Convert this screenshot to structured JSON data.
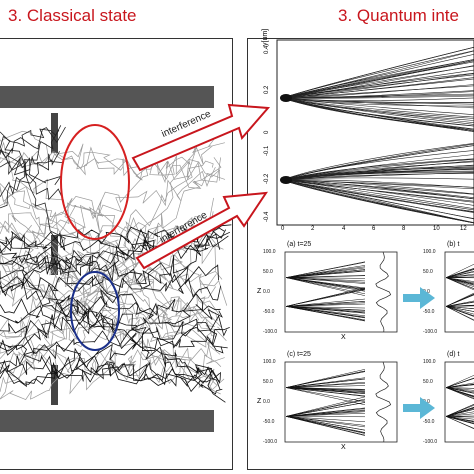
{
  "headings": {
    "left": "3. Classical state",
    "right": "3. Quantum inte"
  },
  "arrows": {
    "upper_label": "interference",
    "lower_label": "interference"
  },
  "top_plot": {
    "y_axis_label": "y[um]",
    "y_ticks": [
      "0.4",
      "0.2",
      "0",
      "-0.1",
      "-0.2",
      "-0.4"
    ],
    "x_ticks": [
      "0",
      "2",
      "4",
      "6",
      "8",
      "10",
      "12"
    ]
  },
  "subplots": [
    {
      "title": "(a)  t=25",
      "ylabel": "Z",
      "xlabel": "X",
      "y_ticks": [
        "100.0",
        "50.0",
        "0.0",
        "-50.0",
        "-100.0"
      ]
    },
    {
      "title": "(b)  t",
      "ylabel": "",
      "xlabel": "",
      "y_ticks": [
        "100.0",
        "50.0",
        "0.0",
        "-50.0",
        "-100.0"
      ]
    },
    {
      "title": "(c)  t=25",
      "ylabel": "Z",
      "xlabel": "X",
      "y_ticks": [
        "100.0",
        "50.0",
        "0.0",
        "-50.0",
        "-100.0"
      ]
    },
    {
      "title": "(d)  t",
      "ylabel": "",
      "xlabel": "",
      "y_ticks": [
        "100.0",
        "50.0",
        "0.0",
        "-50.0",
        "-100.0"
      ]
    }
  ],
  "colors": {
    "heading": "#c8161d",
    "ellipse_upper": "#d62020",
    "ellipse_lower": "#1a2f8a",
    "arrow_fill": "#c8161d",
    "block_arrow": "#5bb7d6"
  }
}
